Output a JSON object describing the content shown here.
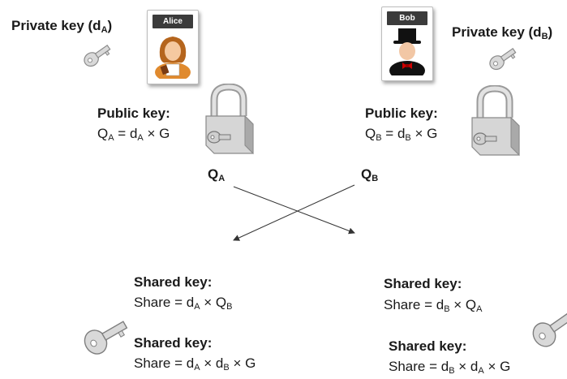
{
  "alice": {
    "name": "Alice",
    "private_key_label": "Private key (d",
    "private_key_sub": "A",
    "private_key_close": ")",
    "public_key_title": "Public key:",
    "public_key_formula": {
      "q": "Q",
      "qsub": "A",
      "mid": " = d",
      "dsub": "A",
      "end": " × G"
    },
    "shared_label_1": "Shared key:",
    "shared_formula_1": {
      "pre": "Share = d",
      "s1": "A",
      "mid": " × Q",
      "s2": "B",
      "end": ""
    },
    "shared_label_2": "Shared key:",
    "shared_formula_2": {
      "pre": "Share = d",
      "s1": "A",
      "mid": " × d",
      "s2": "B",
      "end": " × G"
    }
  },
  "bob": {
    "name": "Bob",
    "private_key_label": "Private key (d",
    "private_key_sub": "B",
    "private_key_close": ")",
    "public_key_title": "Public key:",
    "public_key_formula": {
      "q": "Q",
      "qsub": "B",
      "mid": " = d",
      "dsub": "B",
      "end": " × G"
    },
    "shared_label_1": "Shared key:",
    "shared_formula_1": {
      "pre": "Share = d",
      "s1": "B",
      "mid": " × Q",
      "s2": "A",
      "end": ""
    },
    "shared_label_2": "Shared key:",
    "shared_formula_2": {
      "pre": "Share = d",
      "s1": "B",
      "mid": " × d",
      "s2": "A",
      "end": " × G"
    }
  },
  "exchange": {
    "qa": "Q",
    "qa_sub": "A",
    "qb": "Q",
    "qb_sub": "B"
  }
}
